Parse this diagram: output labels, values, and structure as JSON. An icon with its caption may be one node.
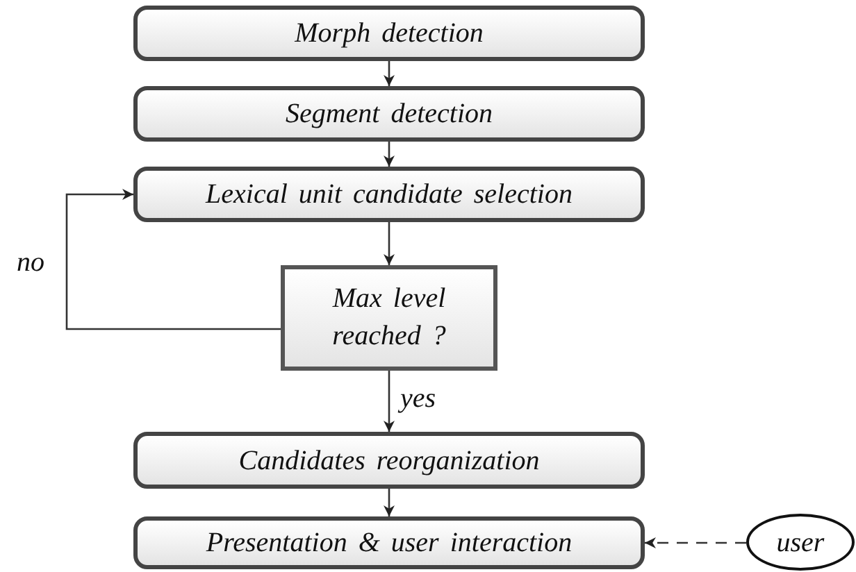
{
  "diagram": {
    "nodes": [
      {
        "text": [
          "Morph detection"
        ]
      },
      {
        "text": [
          "Segment detection"
        ]
      },
      {
        "text": [
          "Lexical unit candidate selection"
        ]
      },
      {
        "text": [
          "Max level reached ?"
        ]
      },
      {
        "text": [
          "Candidates reorganization"
        ]
      },
      {
        "text": [
          "Presentation & user interaction"
        ]
      },
      {
        "text": [
          "user"
        ]
      }
    ],
    "edges": [
      {
        "from": 0,
        "to": 1,
        "arrow": "to"
      },
      {
        "from": 1,
        "to": 2,
        "arrow": "to"
      },
      {
        "from": 2,
        "to": 3,
        "arrow": "to"
      },
      {
        "from": 3,
        "to": 2,
        "arrow": "to",
        "label": "no"
      },
      {
        "from": 3,
        "to": 4,
        "arrow": "to",
        "label": "yes"
      },
      {
        "from": 4,
        "to": 5,
        "arrow": "to"
      },
      {
        "from": 6,
        "to": 5,
        "arrow": "to",
        "style": "dashed"
      }
    ]
  }
}
